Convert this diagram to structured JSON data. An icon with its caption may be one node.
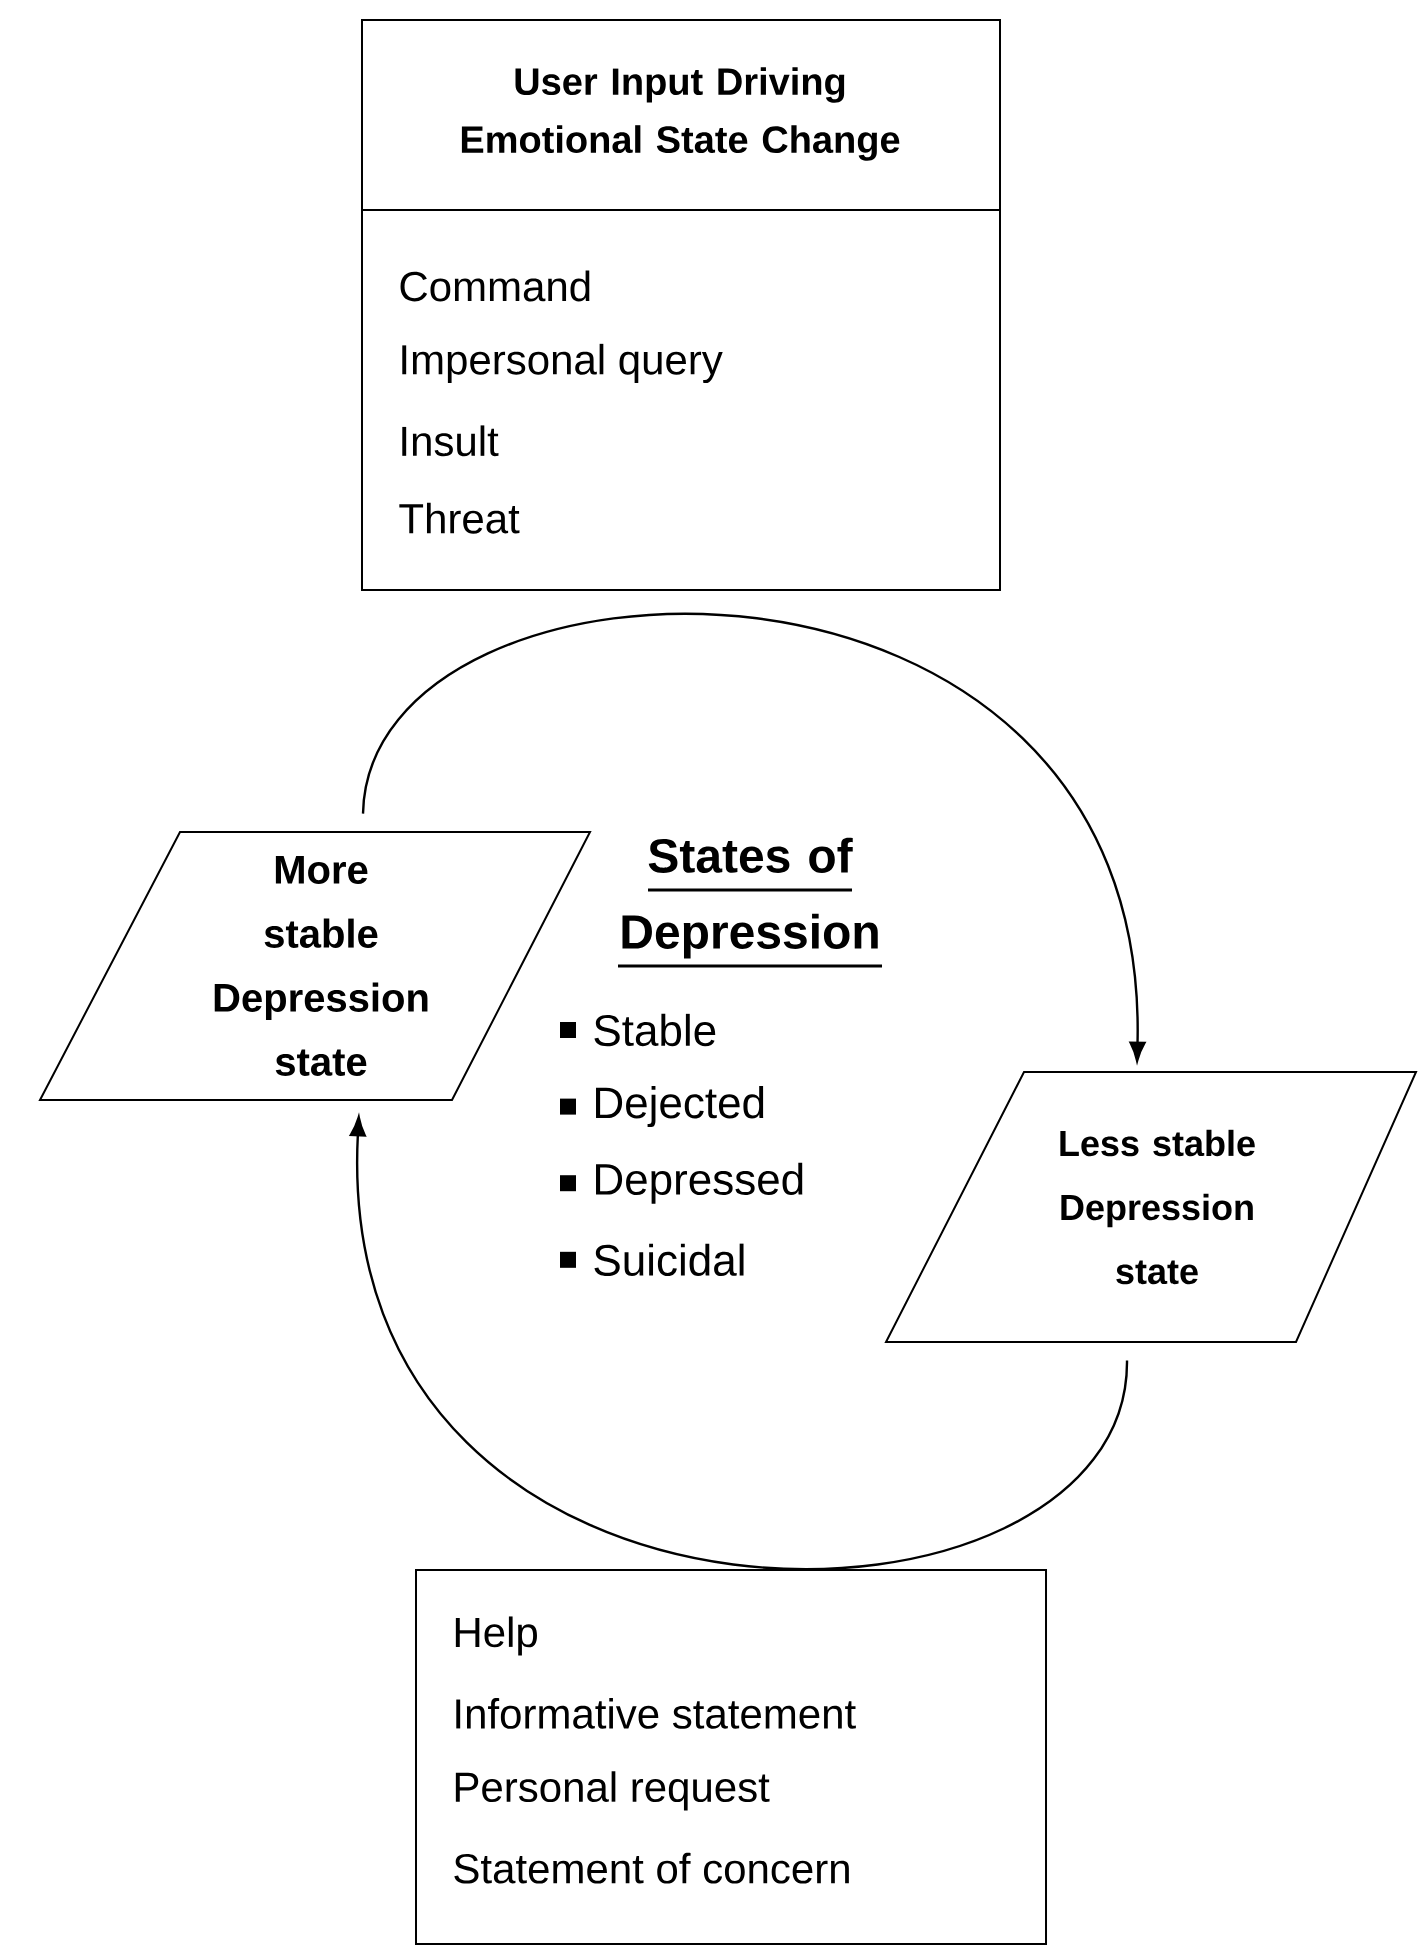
{
  "diagram": {
    "nodes": [
      {
        "text": [
          "User Input Driving Emotional State Change",
          "Command",
          "Impersonal query",
          "Insult",
          "Threat"
        ]
      },
      {
        "text": [
          "More stable Depression state"
        ]
      },
      {
        "text": [
          "Less stable Depression state"
        ]
      },
      {
        "text": [
          "Help",
          "Informative statement",
          "Personal request",
          "Statement of concern"
        ]
      }
    ],
    "edges": [
      {
        "from": 1,
        "to": 2,
        "arrow": "to"
      },
      {
        "from": 2,
        "to": 1,
        "arrow": "to"
      }
    ],
    "labels": [
      "States of Depression",
      "Stable",
      "Dejected",
      "Depressed",
      "Suicidal"
    ]
  }
}
